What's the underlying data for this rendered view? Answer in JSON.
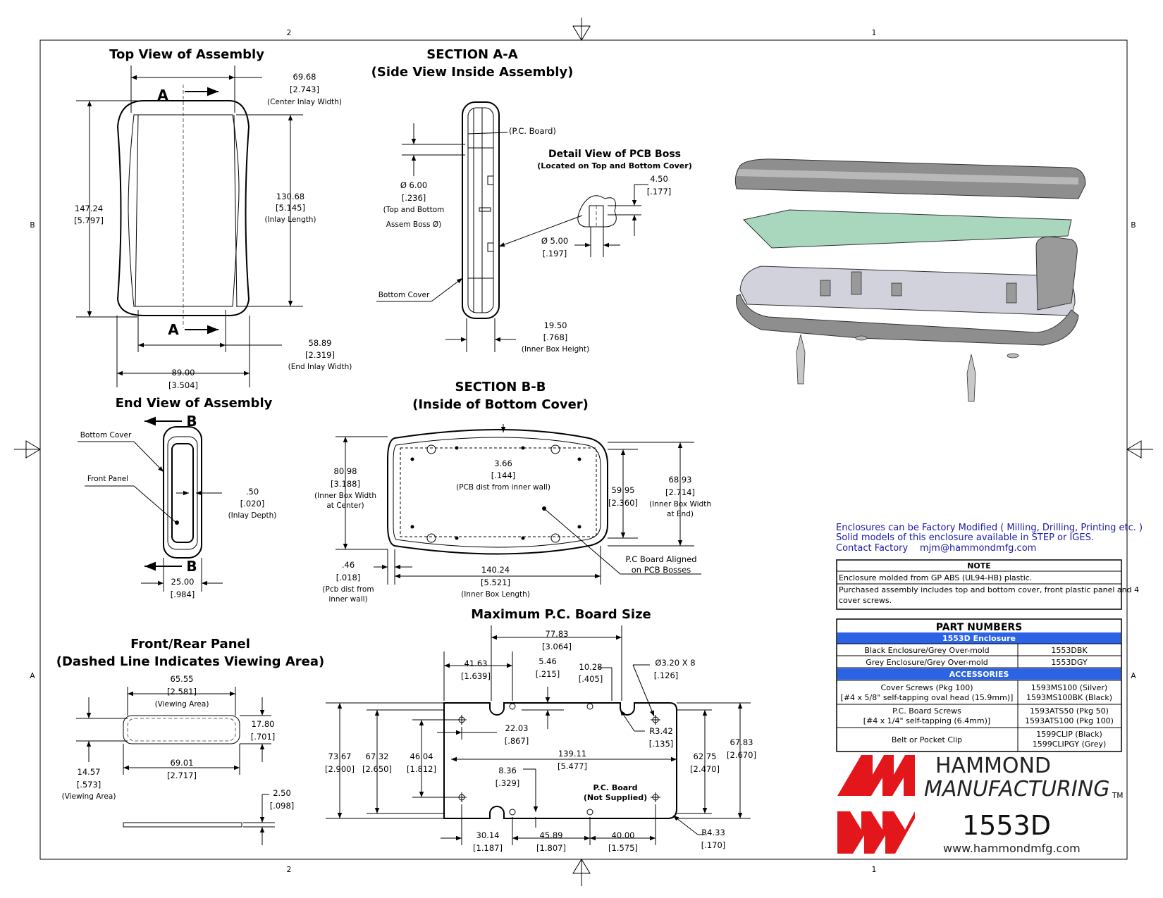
{
  "border": {
    "zone_top_left": "2",
    "zone_top_right": "1",
    "zone_bottom_left": "2",
    "zone_bottom_right": "1",
    "zone_left_b": "B",
    "zone_left_a": "A",
    "zone_right_b": "B",
    "zone_right_a": "A"
  },
  "top_view": {
    "title": "Top View of Assembly",
    "section_mark": "A",
    "center_inlay": [
      "69.68",
      "[2.743]",
      "(Center Inlay Width)"
    ],
    "length": [
      "147.24",
      "[5.797]"
    ],
    "inlay_length": [
      "130.68",
      "[5.145]",
      "(Inlay Length)"
    ],
    "end_inlay": [
      "58.89",
      "[2.319]",
      "(End Inlay Width)"
    ],
    "width": [
      "89.00",
      "[3.504]"
    ]
  },
  "section_aa": {
    "title1": "SECTION A-A",
    "title2": "(Side View Inside Assembly)",
    "pc_board": "(P.C. Board)",
    "boss": [
      "Ø 6.00",
      "[.236]",
      "(Top and Bottom",
      "Assem Boss Ø)"
    ],
    "bottom_cover": "Bottom Cover",
    "height": [
      "19.50",
      "[.768]",
      "(Inner Box Height)"
    ]
  },
  "detail": {
    "title": "Detail View of PCB Boss",
    "subtitle": "(Located on Top and Bottom Cover)",
    "d1": [
      "4.50",
      "[.177]"
    ],
    "d2": [
      "Ø 5.00",
      "[.197]"
    ]
  },
  "end_view": {
    "title": "End View of Assembly",
    "section_mark": "B",
    "bottom_cover": "Bottom Cover",
    "front_panel": "Front Panel",
    "inlay_depth": [
      ".50",
      "[.020]",
      "(Inlay Depth)"
    ],
    "width": [
      "25.00",
      "[.984]"
    ]
  },
  "section_bb": {
    "title1": "SECTION B-B",
    "title2": "(Inside of Bottom Cover)",
    "pcb_dist": [
      "3.66",
      "[.144]",
      "(PCB dist from inner wall)"
    ],
    "inner_width_center": [
      "80.98",
      "[3.188]",
      "(Inner Box Width",
      "at  Center)"
    ],
    "d5995": [
      "59.95",
      "[2.360]"
    ],
    "inner_width_end": [
      "68.93",
      "[2.714]",
      "(Inner Box Width",
      "at End)"
    ],
    "d46": [
      ".46",
      "[.018]",
      "(Pcb dist from",
      "inner wall)"
    ],
    "inner_length": [
      "140.24",
      "[5.521]",
      "(Inner Box Length)"
    ],
    "aligned": [
      "P.C Board Aligned",
      "on PCB Bosses"
    ]
  },
  "pcb": {
    "title": "Maximum P.C. Board Size",
    "d7783": [
      "77.83",
      "[3.064]"
    ],
    "d4163": [
      "41.63",
      "[1.639]"
    ],
    "d546": [
      "5.46",
      "[.215]"
    ],
    "d1028": [
      "10.28",
      "[.405]"
    ],
    "holes": [
      "Ø3.20 X 8",
      "[.126]"
    ],
    "d2203": [
      "22.03",
      "[.867]"
    ],
    "r342": [
      "R3.42",
      "[.135]"
    ],
    "d7367": [
      "73.67",
      "[2.900]"
    ],
    "d6732": [
      "67.32",
      "[2.650]"
    ],
    "d4604": [
      "46.04",
      "[1.812]"
    ],
    "d13911": [
      "139.11",
      "[5.477]"
    ],
    "d6275": [
      "62.75",
      "[2.470]"
    ],
    "d6783": [
      "67.83",
      "[2.670]"
    ],
    "d836": [
      "8.36",
      "[.329]"
    ],
    "board_label": [
      "P.C. Board",
      "(Not Supplied)"
    ],
    "d3014": [
      "30.14",
      "[1.187]"
    ],
    "d4589": [
      "45.89",
      "[1.807]"
    ],
    "d4000": [
      "40.00",
      "[1.575]"
    ],
    "r433": [
      "R4.33",
      "[.170]"
    ]
  },
  "front_panel": {
    "title1": "Front/Rear Panel",
    "title2": "(Dashed Line Indicates Viewing Area)",
    "view_width": [
      "65.55",
      "[2.581]",
      "(Viewing Area)"
    ],
    "height": [
      "17.80",
      "[.701]"
    ],
    "width": [
      "69.01",
      "[2.717]"
    ],
    "view_height": [
      "14.57",
      "[.573]",
      "(Viewing Area)"
    ],
    "thickness": [
      "2.50",
      "[.098]"
    ]
  },
  "info": {
    "line1": "Enclosures can be Factory Modified ( Milling, Drilling, Printing etc. )",
    "line2": "Solid models of this enclosure available in STEP or IGES.",
    "contact_label": "Contact Factory",
    "email": "mjm@hammondmfg.com"
  },
  "note": {
    "header": "NOTE",
    "line1": "Enclosure molded from GP ABS (UL94-HB) plastic.",
    "line2a": "Purchased assembly includes top and bottom cover, front plastic panel and 4",
    "line2b": "cover screws."
  },
  "parts": {
    "header": "PART NUMBERS",
    "group1": "1553D Enclosure",
    "rows1": [
      {
        "desc": "Black Enclosure/Grey Over-mold",
        "pn": "1553DBK"
      },
      {
        "desc": "Grey Enclosure/Grey Over-mold",
        "pn": "1553DGY"
      }
    ],
    "group2": "ACCESSORIES",
    "acc": [
      {
        "d1": "Cover Screws (Pkg 100)",
        "d2": "[#4 x 5/8\" self-tapping oval head (15.9mm)]",
        "p1": "1593MS100 (Silver)",
        "p2": "1593MS100BK (Black)"
      },
      {
        "d1": "P.C. Board Screws",
        "d2": "[#4 x 1/4\" self-tapping (6.4mm)]",
        "p1": "1593ATS50 (Pkg 50)",
        "p2": "1593ATS100 (Pkg 100)"
      },
      {
        "d1": "Belt or Pocket Clip",
        "d2": "",
        "p1": "1599CLIP (Black)",
        "p2": "1599CLIPGY (Grey)"
      }
    ]
  },
  "brand": {
    "name1": "HAMMOND",
    "name2": "MANUFACTURING",
    "tm": "TM",
    "part": "1553D",
    "url": "www.hammondmfg.com",
    "red": "#e3161c",
    "blue": "#2b63e6"
  }
}
